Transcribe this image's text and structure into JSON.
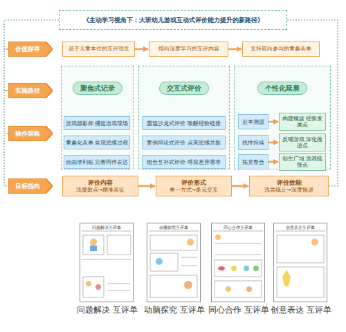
{
  "diagram": {
    "nodes": [
      {
        "text": [
          "《主动学习视角下：大班幼儿游戏互动式评价能力提升的新路径》"
        ]
      },
      {
        "text": [
          "价值探寻"
        ]
      },
      {
        "text": [
          "基于儿童本位的互评理念"
        ]
      },
      {
        "text": [
          "指向深度学习的互评内容"
        ]
      },
      {
        "text": [
          "支持双向参与的童趣表单"
        ]
      },
      {
        "text": [
          "实施路径"
        ]
      },
      {
        "text": [
          "操作策略"
        ]
      },
      {
        "text": [
          "聚焦式记录"
        ]
      },
      {
        "text": [
          "游戏摄影师 捕捉游戏现场"
        ],
        "in": 7
      },
      {
        "text": [
          "童趣化表单 呈现思维过程"
        ],
        "in": 7
      },
      {
        "text": [
          "自由便利贴 完善同伴表达"
        ],
        "in": 7
      },
      {
        "text": [
          "交互式评价"
        ]
      },
      {
        "text": [
          "圆毯沙龙式评价 唤醒经验链接"
        ],
        "in": 11
      },
      {
        "text": [
          "案例辩论式评价 点亮思维共振"
        ],
        "in": 11
      },
      {
        "text": [
          "组合互补式评价 呼应差异需求"
        ],
        "in": 11
      },
      {
        "text": [
          "个性化延展"
        ]
      },
      {
        "text": [
          "追本溯源"
        ],
        "in": 15
      },
      {
        "text": [
          "构建螺旋 经验发展点"
        ],
        "in": 15
      },
      {
        "text": [
          "线性持续"
        ],
        "in": 15
      },
      {
        "text": [
          "反哺游戏 深化推进点"
        ],
        "in": 15
      },
      {
        "text": [
          "拓宽整合"
        ],
        "in": 15
      },
      {
        "text": [
          "创生广域 游戏链接点"
        ],
        "in": 15
      },
      {
        "text": [
          "目标指向"
        ]
      },
      {
        "text": [
          "评价内容",
          "浅显散点→精准表征"
        ]
      },
      {
        "text": [
          "评价形式",
          "单一方式→多元交互"
        ]
      },
      {
        "text": [
          "评价效能",
          "浅尝辄止→深度推进"
        ]
      },
      {
        "text": [
          "问题解决互评单",
          "问题解决 互评单"
        ]
      },
      {
        "text": [
          "动脑探究互评单",
          "动脑探究 互评单"
        ]
      },
      {
        "text": [
          "同心合作互评单",
          "同心合作 互评单"
        ]
      },
      {
        "text": [
          "创意表达互评单",
          "创意表达 互评单"
        ]
      }
    ],
    "edges": [
      {
        "from": 2,
        "to": 3,
        "arrow": "to"
      },
      {
        "from": 3,
        "to": 4,
        "arrow": "to"
      },
      {
        "from": 16,
        "to": 17,
        "arrow": "to"
      },
      {
        "from": 18,
        "to": 19,
        "arrow": "to"
      },
      {
        "from": 20,
        "to": 21,
        "arrow": "to"
      },
      {
        "from": 23,
        "to": 24,
        "arrow": "to"
      },
      {
        "from": 24,
        "to": 25,
        "arrow": "to"
      },
      {
        "from": 0,
        "to": 1,
        "arrow": "none"
      },
      {
        "from": 1,
        "to": 5,
        "arrow": "none"
      },
      {
        "from": 5,
        "to": 6,
        "arrow": "none"
      },
      {
        "from": 6,
        "to": 22,
        "arrow": "none"
      },
      {
        "from": 0,
        "to": 25,
        "arrow": "none"
      }
    ]
  }
}
